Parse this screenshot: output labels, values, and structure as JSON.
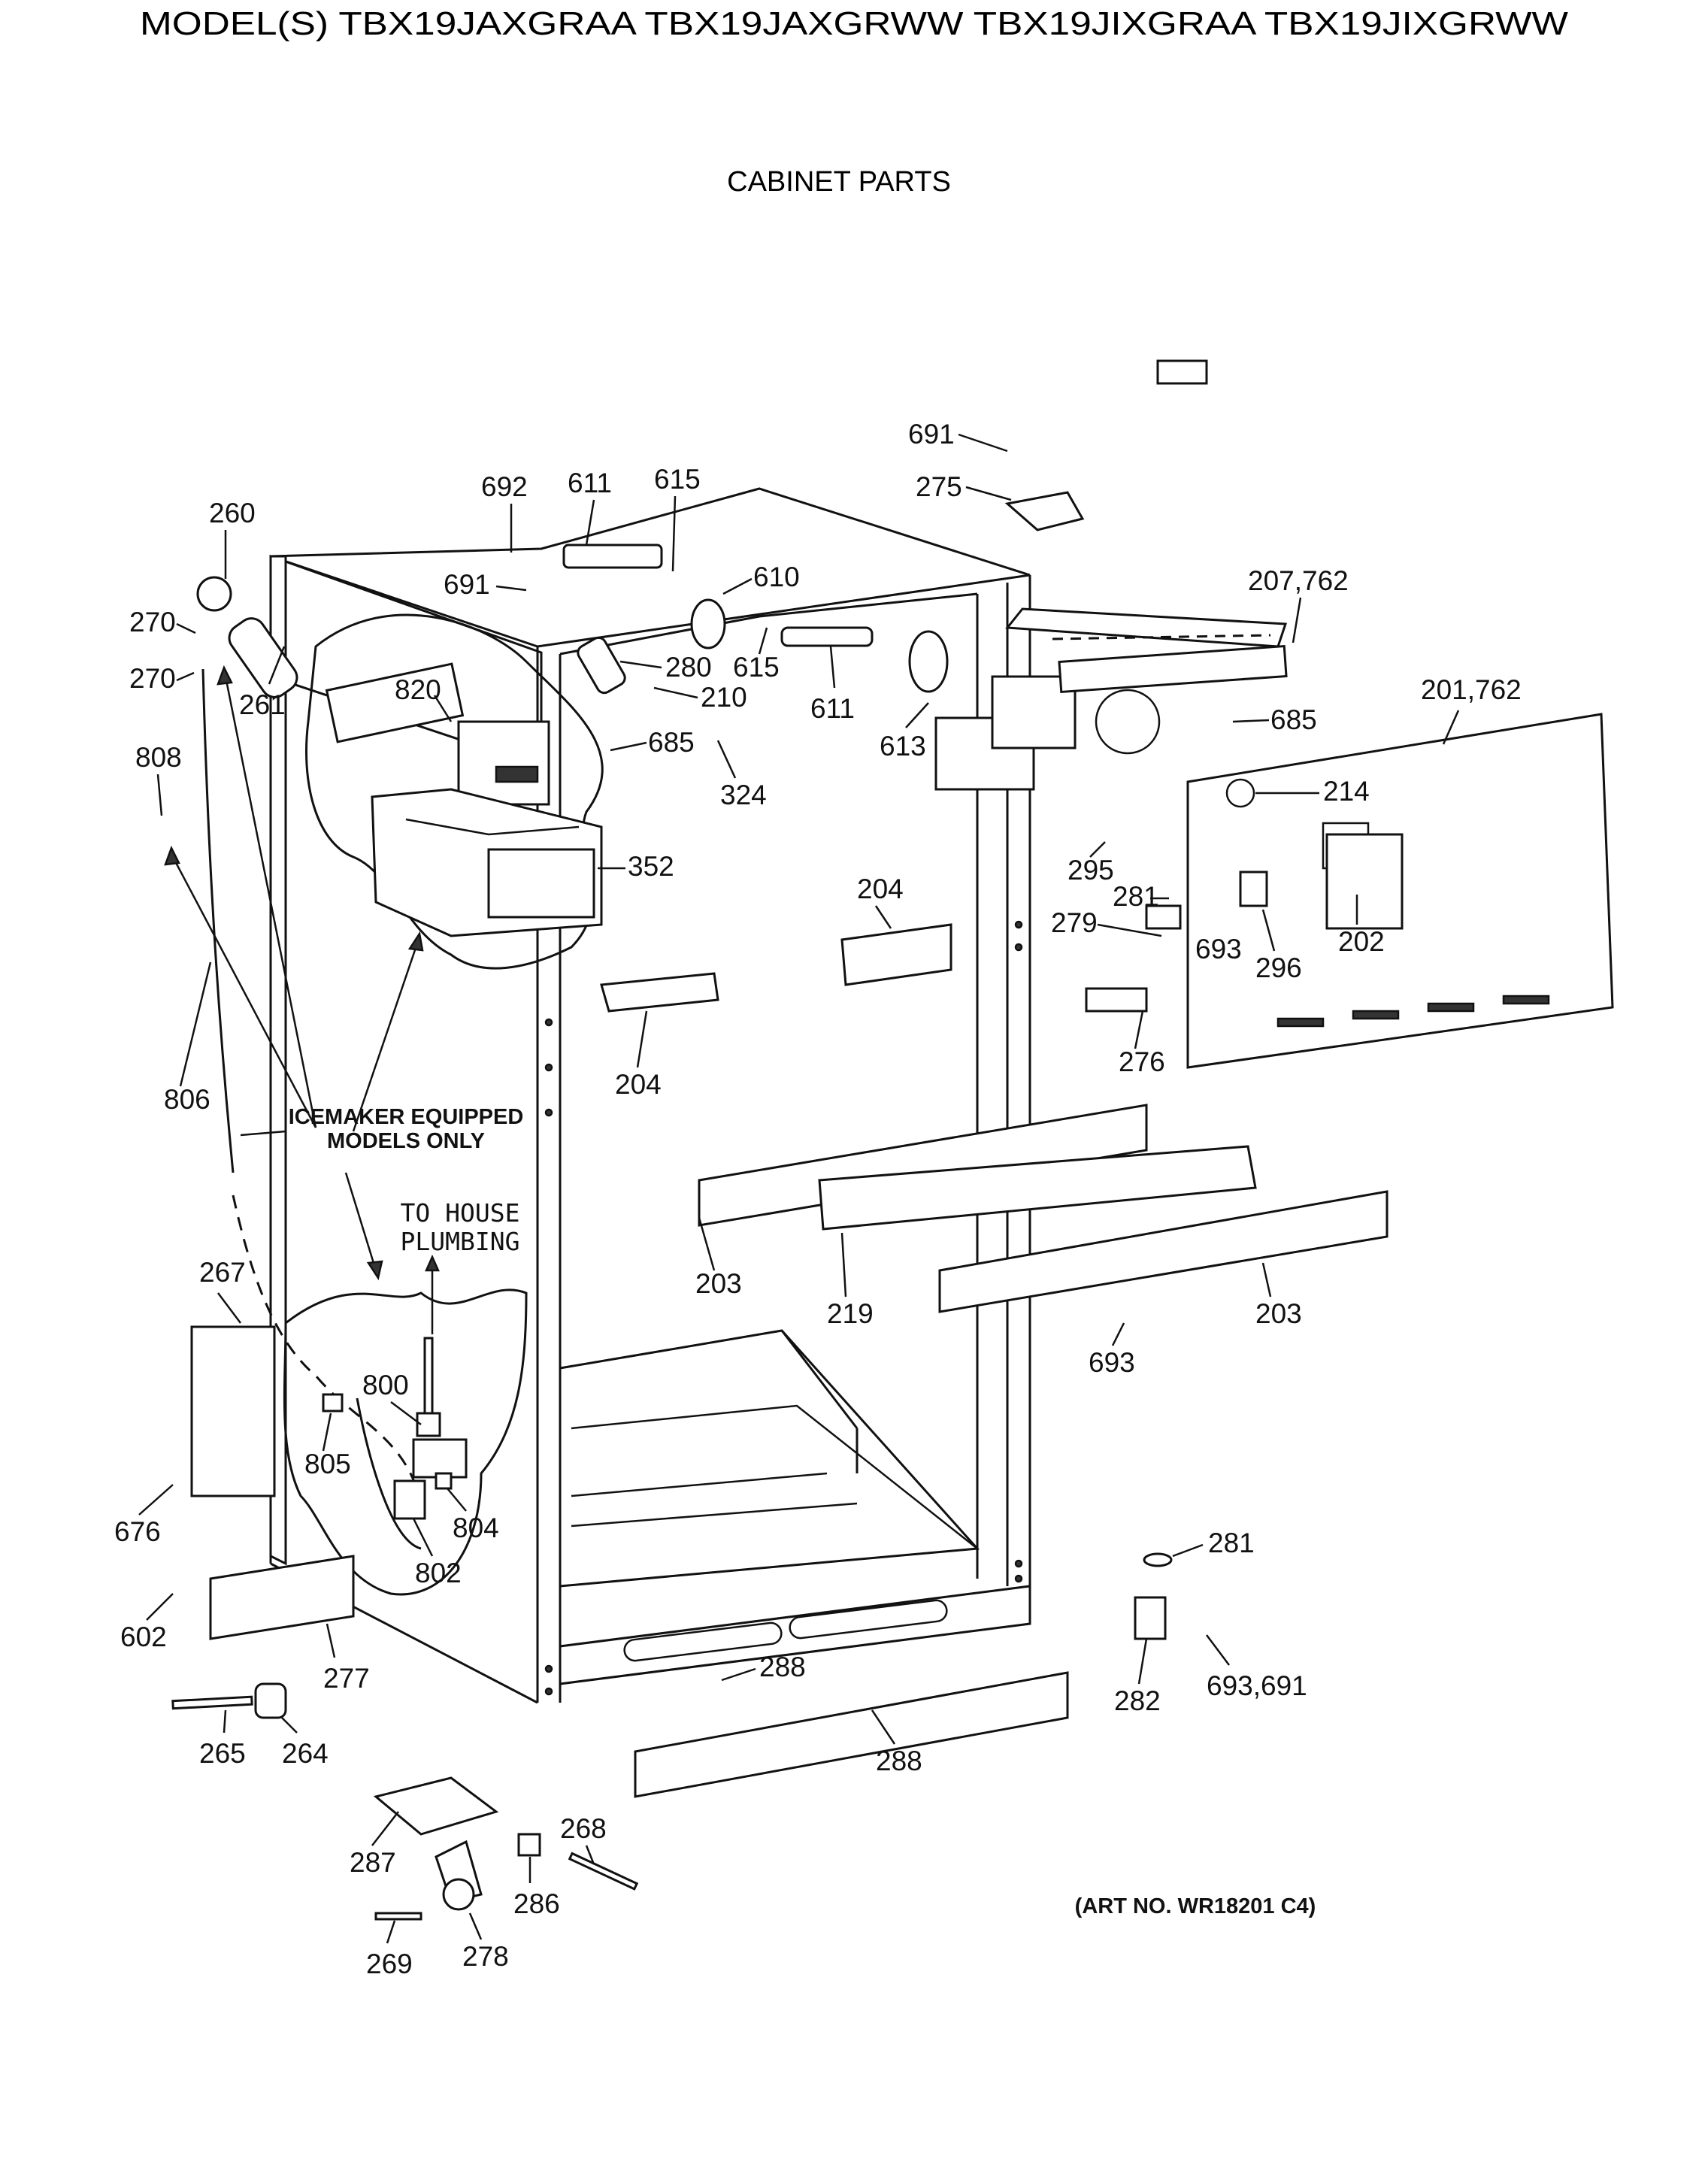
{
  "header": {
    "models": "MODEL(S) TBX19JAXGRAA  TBX19JAXGRWW  TBX19JIXGRAA  TBX19JIXGRWW",
    "section_title": "CABINET PARTS"
  },
  "notes": {
    "icemaker_line1": "ICEMAKER EQUIPPED",
    "icemaker_line2": "MODELS ONLY",
    "plumbing_line1": "TO HOUSE",
    "plumbing_line2": "PLUMBING",
    "art_number": "(ART NO. WR18201 C4)"
  },
  "callouts": [
    "691",
    "275",
    "692",
    "611",
    "615",
    "610",
    "260",
    "691",
    "270",
    "270",
    "207,762",
    "820",
    "280",
    "261",
    "210",
    "615",
    "611",
    "685",
    "685",
    "201,762",
    "808",
    "324",
    "613",
    "214",
    "352",
    "204",
    "295",
    "281",
    "202",
    "279",
    "693",
    "296",
    "204",
    "276",
    "806",
    "203",
    "219",
    "203",
    "267",
    "693",
    "800",
    "805",
    "804",
    "676",
    "802",
    "281",
    "602",
    "282",
    "693,691",
    "277",
    "288",
    "265",
    "264",
    "288",
    "268",
    "287",
    "286",
    "269",
    "278"
  ]
}
